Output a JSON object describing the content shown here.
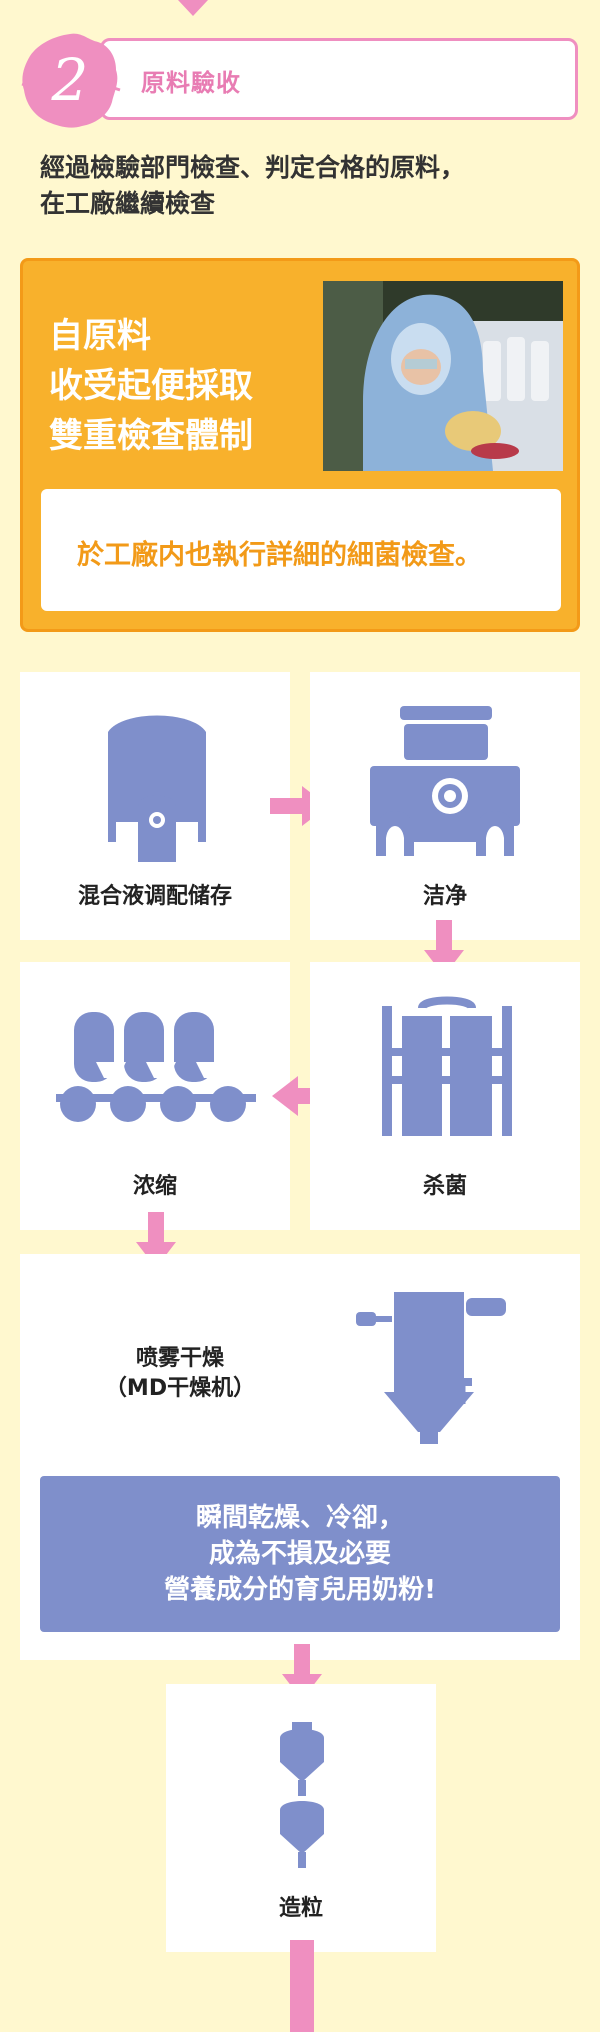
{
  "step": {
    "number": "2",
    "title": "原料驗收"
  },
  "intro": {
    "line1": "經過檢驗部門檢查、判定合格的原料，",
    "line2": "在工廠繼續檢查"
  },
  "highlight": {
    "heading_lines": [
      "自原料",
      "收受起便採取",
      "雙重檢查體制"
    ],
    "note": "於工廠内也執行詳細的細菌檢查。"
  },
  "process": {
    "mixing": "混合液调配储存",
    "cleaning": "洁净",
    "concentration": "浓缩",
    "sterilization": "杀菌",
    "spray_drying_line1": "喷雾干燥",
    "spray_drying_line2": "（MD干燥机）",
    "granulation": "造粒"
  },
  "info_panel": {
    "line1": "瞬間乾燥、冷卻，",
    "line2": "成為不損及必要",
    "line3": "營養成分的育兒用奶粉!"
  },
  "colors": {
    "background": "#fff8cf",
    "pink_accent": "#ef8fc0",
    "orange": "#f8b12c",
    "machine_blue": "#7f8fcb"
  }
}
